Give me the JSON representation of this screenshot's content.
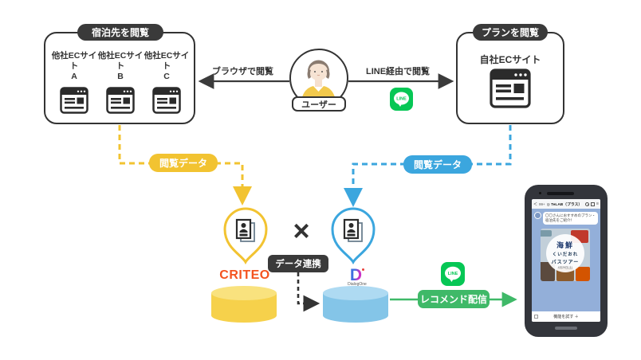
{
  "colors": {
    "yellow": "#F2C331",
    "blue": "#3BA6DE",
    "green": "#3FB968",
    "line_green": "#06C755",
    "dark_pill": "#3A3A3A",
    "criteo_orange": "#F4531F"
  },
  "left_box": {
    "header": "宿泊先を閲覧",
    "sites": [
      {
        "label": "他社ECサイト",
        "sub": "A"
      },
      {
        "label": "他社ECサイト",
        "sub": "B"
      },
      {
        "label": "他社ECサイト",
        "sub": "C"
      }
    ]
  },
  "right_box": {
    "header": "プランを閲覧",
    "site": "自社ECサイト"
  },
  "user": {
    "label": "ユーザー",
    "left_arrow": "ブラウザで閲覧",
    "right_arrow": "LINE経由で閲覧"
  },
  "labels": {
    "browse_data_left": "閲覧データ",
    "browse_data_right": "閲覧データ",
    "data_link": "データ連携",
    "recommend": "レコメンド配信",
    "cross": "×"
  },
  "logos": {
    "criteo": "CRITEO",
    "dialogone_initial": "D",
    "dialogone": "DialogOne",
    "line": "LINE"
  },
  "phone": {
    "header": {
      "back": "＜",
      "badge": "99+",
      "title": "◎ TeLAB（プラス）",
      "menu": "≡"
    },
    "chat_bubble": {
      "line1": "〇〇さんにおすすめのプラン・",
      "line2": "宿泊先をご紹介！"
    },
    "ad": {
      "line1": "海鮮",
      "line2": "くいだおれ",
      "line3": "バスツアー",
      "note": "4月29日(土)"
    },
    "bottom_bar": "機能を試す ＋"
  }
}
